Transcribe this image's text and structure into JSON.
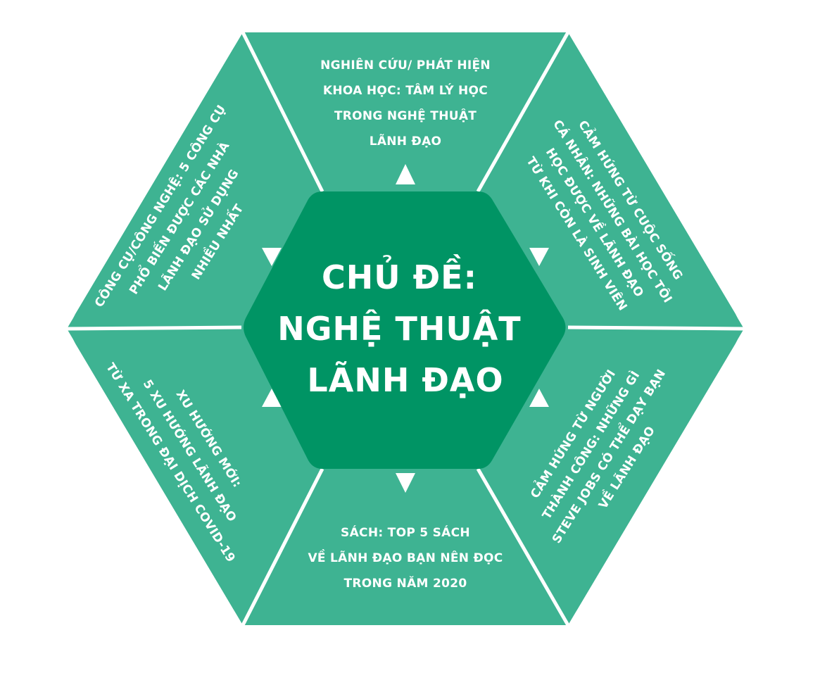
{
  "center": {
    "lines": [
      "CHỦ ĐỀ:",
      "NGHỆ THUẬT",
      "LÃNH ĐẠO"
    ]
  },
  "segments": {
    "top": {
      "lines": [
        "NGHIÊN CỨU/ PHÁT HIỆN",
        "KHOA HỌC: TÂM LÝ HỌC",
        "TRONG NGHỆ THUẬT",
        "LÃNH ĐẠO"
      ]
    },
    "upper_right": {
      "lines": [
        "CẢM HỨNG TỪ CUỘC SỐNG",
        "CÁ NHÂN: NHỮNG BÀI HỌC TÔI",
        "HỌC ĐƯỢC VỀ LÃNH ĐẠO",
        "TỪ KHI CÒN LÀ SINH VIÊN"
      ]
    },
    "lower_right": {
      "lines": [
        "CẢM HỨNG TỪ NGƯỜI",
        "THÀNH CÔNG: NHỮNG GÌ",
        "STEVE JOBS CÓ THỂ DẠY BẠN",
        "VỀ LÃNH ĐẠO"
      ]
    },
    "bottom": {
      "lines": [
        "SÁCH: TOP 5 SÁCH",
        "VỀ LÃNH ĐẠO BẠN NÊN ĐỌC",
        "TRONG NĂM 2020"
      ]
    },
    "lower_left": {
      "lines": [
        "XU HƯỚNG MỚI:",
        "5 XU HƯỚNG LÃNH ĐẠO",
        "TỪ XA TRONG ĐẠI DỊCH COVID-19"
      ]
    },
    "upper_left": {
      "lines": [
        "CÔNG CỤ/CÔNG NGHỆ: 5 CÔNG CỤ",
        "PHỔ BIẾN ĐƯỢC CÁC NHÀ",
        "LÃNH ĐẠO SỬ DỤNG",
        "NHIỀU NHẤT"
      ]
    }
  },
  "colors": {
    "segment_fill": "#3eb392",
    "center_fill": "#009464",
    "divider": "#ffffff",
    "text": "#ffffff"
  }
}
